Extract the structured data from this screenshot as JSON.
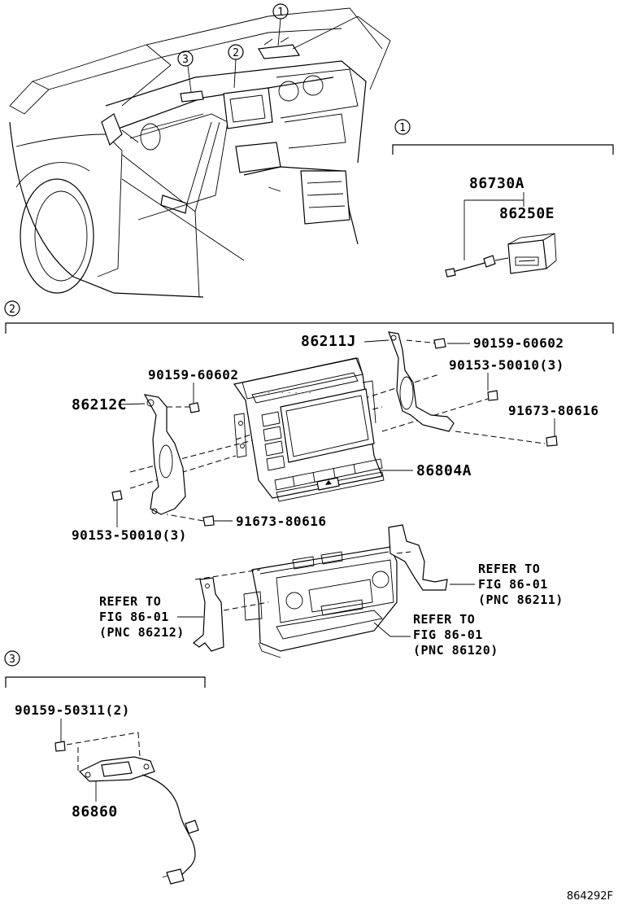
{
  "diagram": {
    "callouts": [
      "1",
      "2",
      "3"
    ],
    "section1": {
      "marker": "1",
      "parts": [
        "86730A",
        "86250E"
      ]
    },
    "section2": {
      "marker": "2",
      "parts": {
        "bracket_right": "86211J",
        "screw_top_right": "90159-60602",
        "screw_mid_right": "90153-50010(3)",
        "screw_far_right": "91673-80616",
        "screw_top_left": "90159-60602",
        "bracket_left": "86212C",
        "head_unit": "86804A",
        "screw_bottom_left": "90153-50010(3)",
        "screw_bottom_mid": "91673-80616"
      },
      "refers": [
        {
          "line1": "REFER TO",
          "line2": "FIG 86-01",
          "line3": "(PNC 86211)"
        },
        {
          "line1": "REFER TO",
          "line2": "FIG 86-01",
          "line3": "(PNC 86212)"
        },
        {
          "line1": "REFER TO",
          "line2": "FIG 86-01",
          "line3": "(PNC 86120)"
        }
      ]
    },
    "section3": {
      "marker": "3",
      "parts": [
        "90159-50311(2)",
        "86860"
      ]
    },
    "figure_code": "864292F"
  }
}
